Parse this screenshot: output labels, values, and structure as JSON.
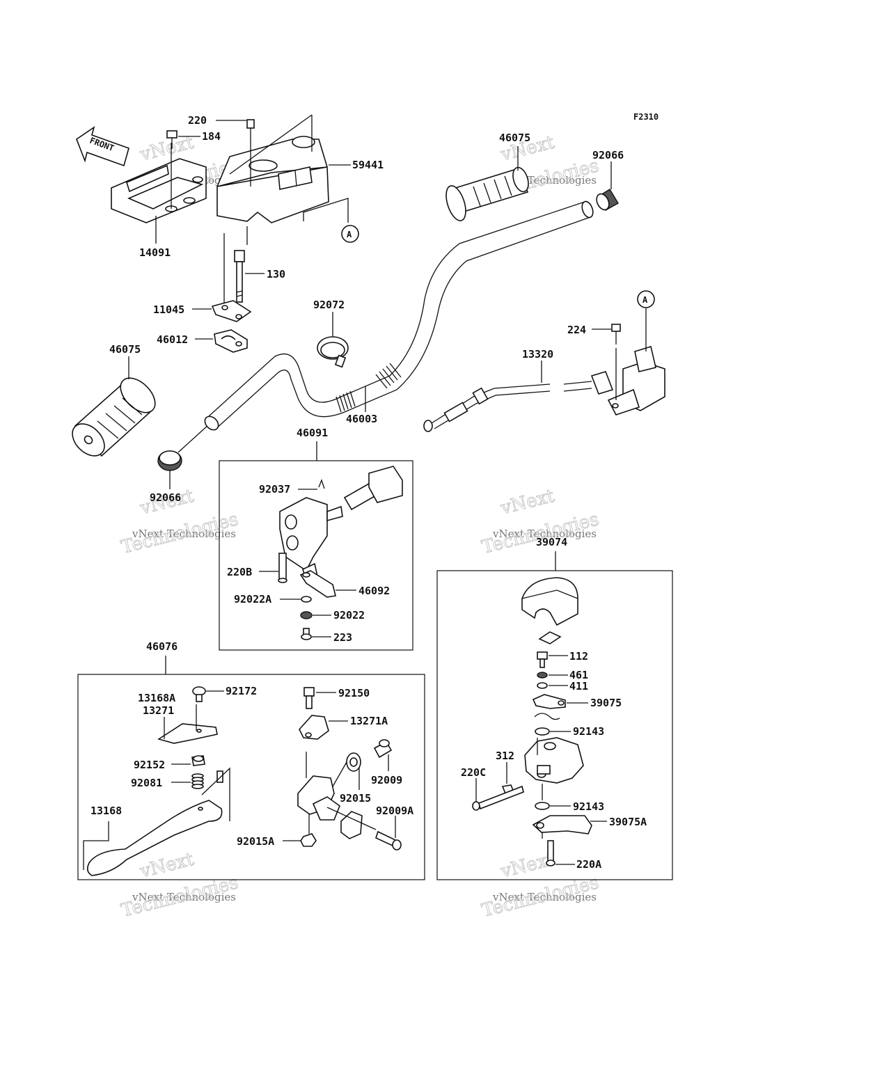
{
  "figure_code": "F2310",
  "front_label": "FRONT",
  "ref_marker": "A",
  "watermark": {
    "line1": "vNext",
    "line2": "vNext Technologies",
    "line3": "Technologies"
  },
  "parts": {
    "p220": "220",
    "p184": "184",
    "p59441": "59441",
    "p14091": "14091",
    "p130": "130",
    "p11045": "11045",
    "p46012": "46012",
    "p46075a": "46075",
    "p46075b": "46075",
    "p92066a": "92066",
    "p92066b": "92066",
    "p92072": "92072",
    "p46003": "46003",
    "p224": "224",
    "p13320": "13320",
    "p46091": "46091",
    "p92037": "92037",
    "p220B": "220B",
    "p92022A": "92022A",
    "p46092": "46092",
    "p92022": "92022",
    "p223": "223",
    "p39074": "39074",
    "p112": "112",
    "p461": "461",
    "p411": "411",
    "p39075": "39075",
    "p92143a": "92143",
    "p312": "312",
    "p220C": "220C",
    "p92143b": "92143",
    "p39075A": "39075A",
    "p220A": "220A",
    "p46076": "46076",
    "p13168A": "13168A",
    "p13271": "13271",
    "p92172": "92172",
    "p92150": "92150",
    "p13271A": "13271A",
    "p92152": "92152",
    "p92081": "92081",
    "p92009": "92009",
    "p92015": "92015",
    "p13168": "13168",
    "p92009A": "92009A",
    "p92015A": "92015A"
  }
}
